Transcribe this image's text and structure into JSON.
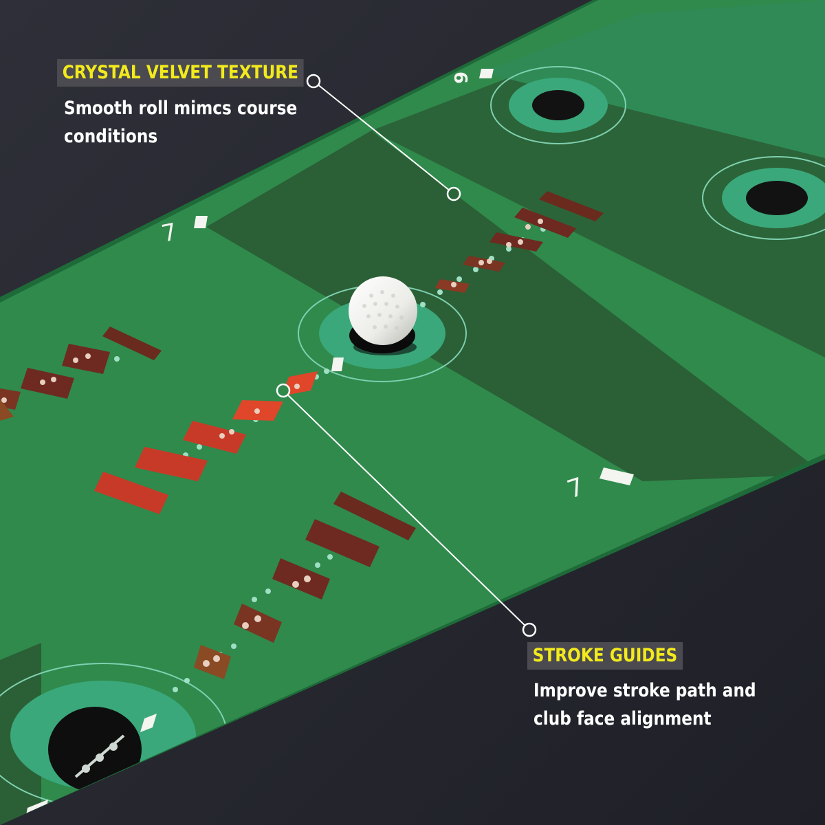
{
  "callouts": {
    "texture": {
      "title": "CRYSTAL VELVET TEXTURE",
      "lines": [
        "Smooth roll mimcs course",
        "conditions"
      ]
    },
    "stroke": {
      "title": "STROKE GUIDES",
      "lines": [
        "Improve stroke path and",
        "club face alignment"
      ]
    }
  },
  "mat_markings": {
    "number_a": "9",
    "number_b": "7",
    "number_c": "7"
  },
  "colors": {
    "background": "#2b2b33",
    "mat_green": "#2e8a4a",
    "mat_dark_green": "#2a5e34",
    "accent_yellow": "#f2ea1c",
    "label_bg": "#4a4a50"
  }
}
